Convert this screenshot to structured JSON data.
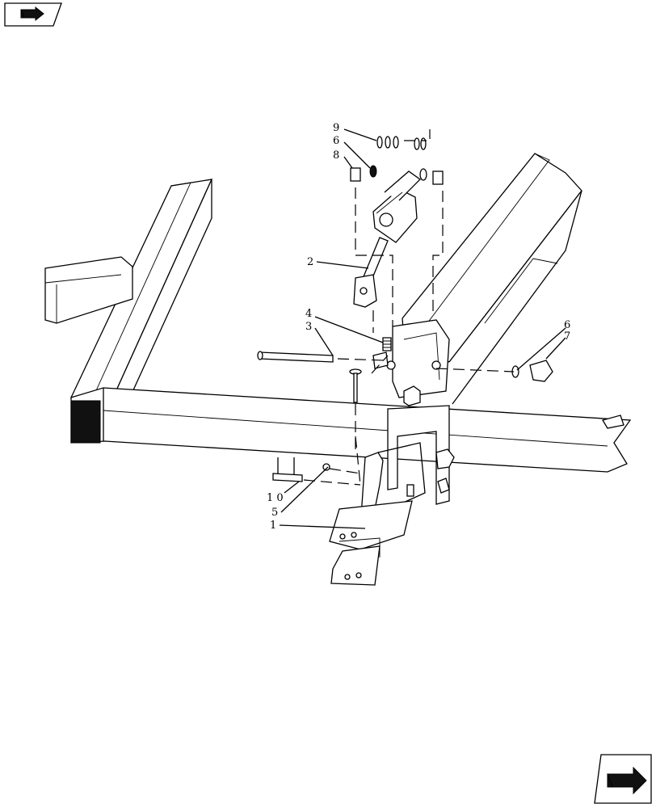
{
  "nav": {
    "prev_page_icon": "prev-page-arrow-icon",
    "next_page_icon": "next-page-arrow-icon"
  },
  "callouts": [
    {
      "id": "c9",
      "label": "9"
    },
    {
      "id": "c6a",
      "label": "6"
    },
    {
      "id": "c8",
      "label": "8"
    },
    {
      "id": "c2",
      "label": "2"
    },
    {
      "id": "c4",
      "label": "4"
    },
    {
      "id": "c3",
      "label": "3"
    },
    {
      "id": "c6b",
      "label": "6"
    },
    {
      "id": "c7",
      "label": "7"
    },
    {
      "id": "c10",
      "label": "1 0"
    },
    {
      "id": "c5",
      "label": "5"
    },
    {
      "id": "c1",
      "label": "1"
    }
  ]
}
